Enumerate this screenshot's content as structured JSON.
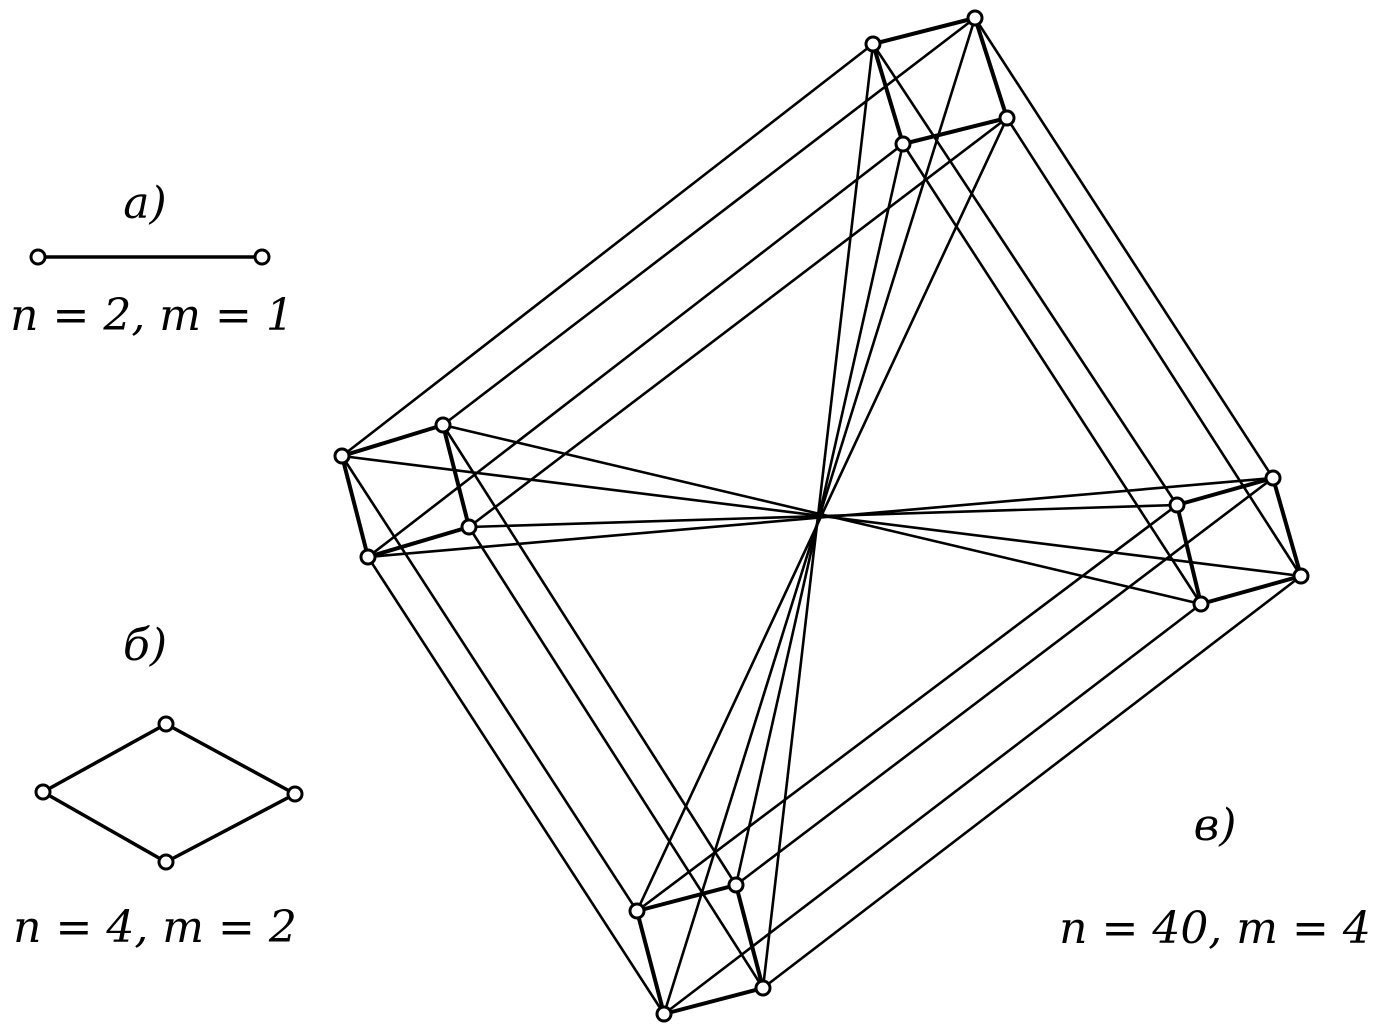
{
  "colors": {
    "ink": "#000000",
    "background": "#ffffff"
  },
  "panels": [
    {
      "id": "a",
      "letter": "а)",
      "caption": "n = 2, m = 1"
    },
    {
      "id": "b",
      "letter": "б)",
      "caption": "n = 4, m = 2"
    },
    {
      "id": "c",
      "letter": "в)",
      "caption": "n = 40, m = 4"
    }
  ]
}
